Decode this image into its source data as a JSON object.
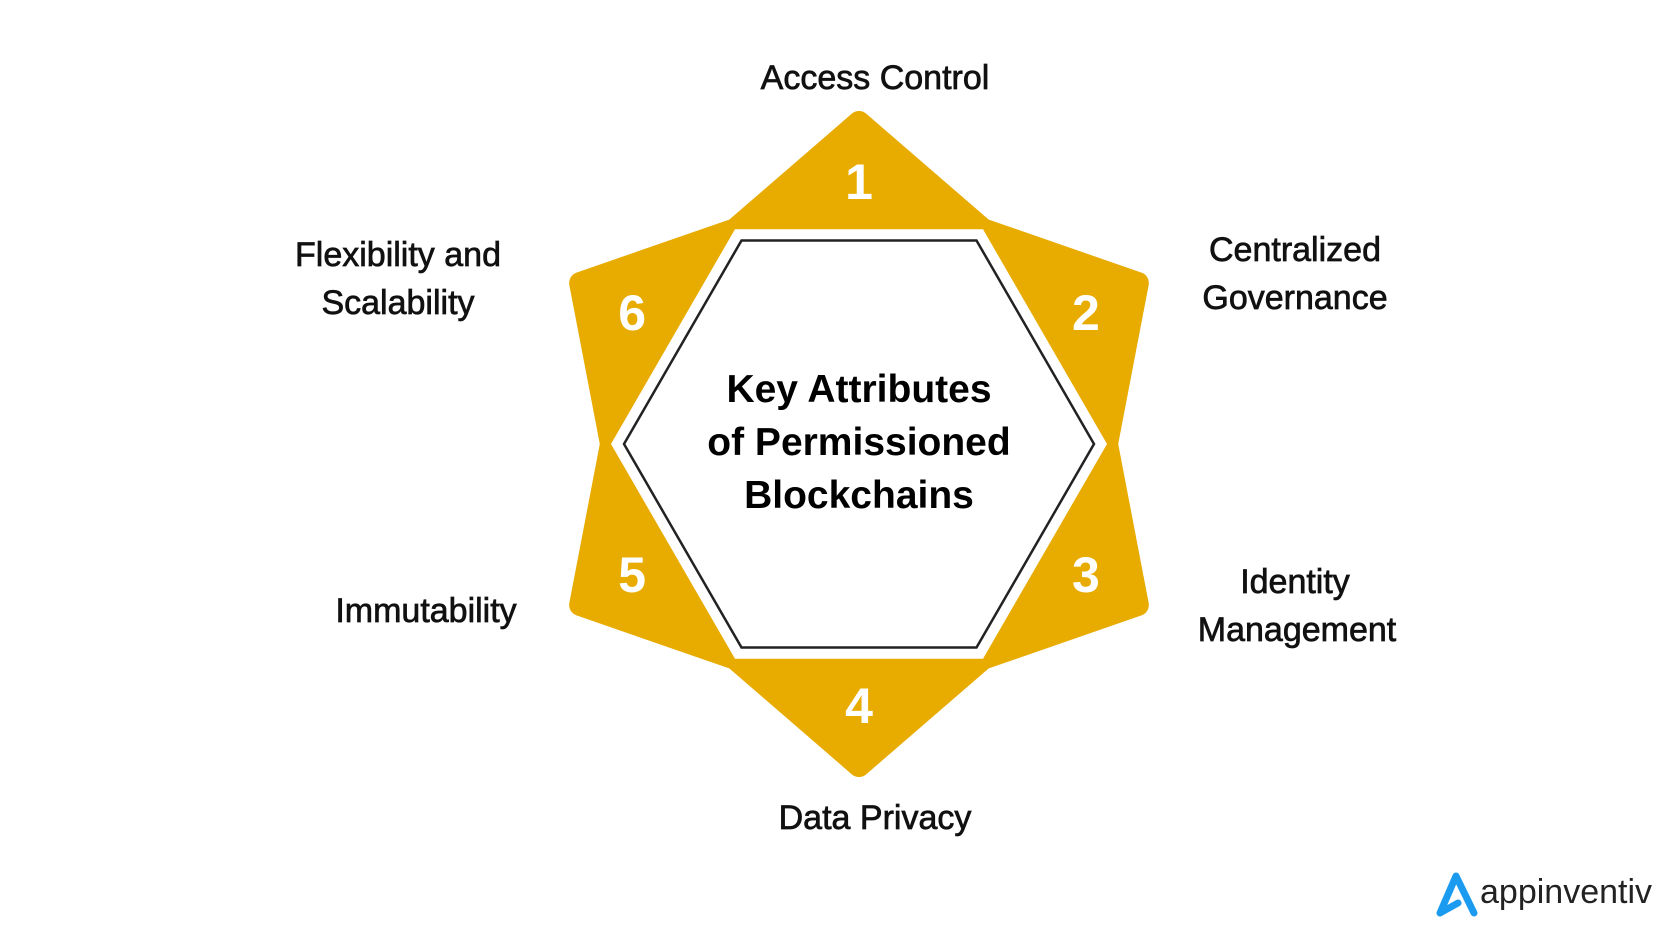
{
  "title": {
    "line1": "Key Attributes",
    "line2": "of Permissioned",
    "line3": "Blockchains"
  },
  "colors": {
    "accent": "#E8AB00",
    "outline": "#222222",
    "logo": "#1B9BF0"
  },
  "attributes": [
    {
      "number": "1",
      "lines": [
        "Access Control"
      ]
    },
    {
      "number": "2",
      "lines": [
        "Centralized",
        "Governance"
      ]
    },
    {
      "number": "3",
      "lines": [
        "Identity",
        "Management"
      ]
    },
    {
      "number": "4",
      "lines": [
        "Data Privacy"
      ]
    },
    {
      "number": "5",
      "lines": [
        "Immutability"
      ]
    },
    {
      "number": "6",
      "lines": [
        "Flexibility and",
        "Scalability"
      ]
    }
  ],
  "logo": {
    "text": "appinventiv"
  }
}
